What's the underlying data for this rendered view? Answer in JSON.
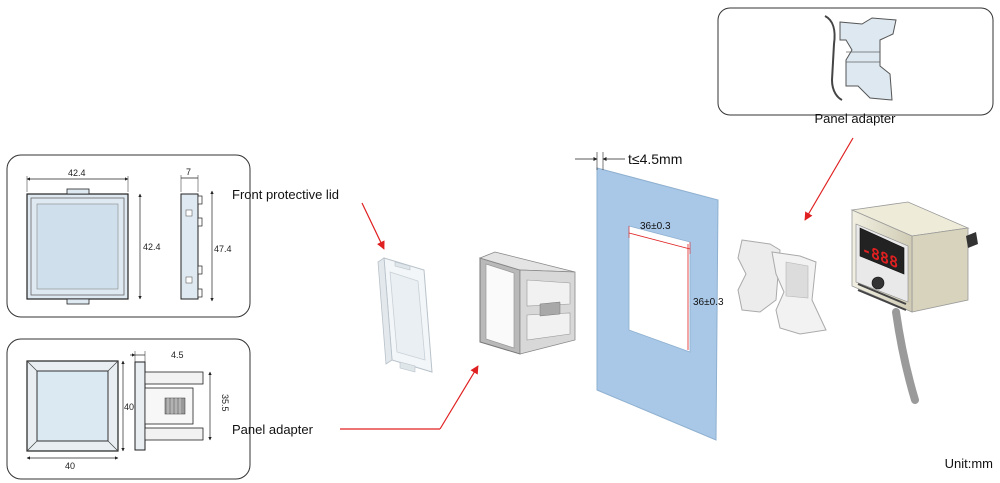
{
  "labels": {
    "front_lid": "Front protective lid",
    "panel_adapter_bottom": "Panel adapter",
    "panel_adapter_top": "Panel adapter",
    "thickness": "t≤4.5mm",
    "unit": "Unit:mm"
  },
  "dimensions": {
    "lid_width": "42.4",
    "lid_height": "42.4",
    "lid_depth": "7",
    "lid_side_height": "47.4",
    "adapter_width": "40",
    "adapter_height": "40",
    "adapter_depth": "4.5",
    "adapter_side_height": "35.5",
    "cutout_width": "36±0.3",
    "cutout_height": "36±0.3"
  },
  "display": {
    "readout": "-888"
  },
  "colors": {
    "panel": "#a9c8e8",
    "arrow": "#e02020",
    "lid_fill": "#dde8f0",
    "device_body": "#e6e3d0",
    "led": "#e02020"
  }
}
